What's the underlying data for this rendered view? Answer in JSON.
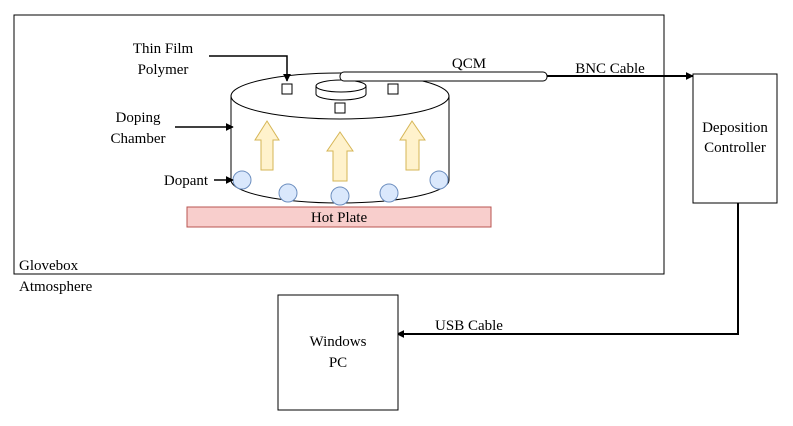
{
  "labels": {
    "thin_film_line1": "Thin Film",
    "thin_film_line2": "Polymer",
    "qcm": "QCM",
    "bnc_cable": "BNC Cable",
    "doping_line1": "Doping",
    "doping_line2": "Chamber",
    "dopant": "Dopant",
    "hot_plate": "Hot Plate",
    "glovebox": "Glovebox",
    "atmosphere": "Atmosphere",
    "deposition_line1": "Deposition",
    "deposition_line2": "Controller",
    "usb_cable": "USB Cable",
    "windows_line1": "Windows",
    "windows_line2": "PC"
  },
  "colors": {
    "line": "#000000",
    "hot_plate_fill": "#f8cecc",
    "hot_plate_stroke": "#b85450",
    "arrow_fill": "#fff2cc",
    "arrow_stroke": "#d6b656",
    "dopant_fill": "#dae8fc",
    "dopant_stroke": "#6c8ebf"
  }
}
